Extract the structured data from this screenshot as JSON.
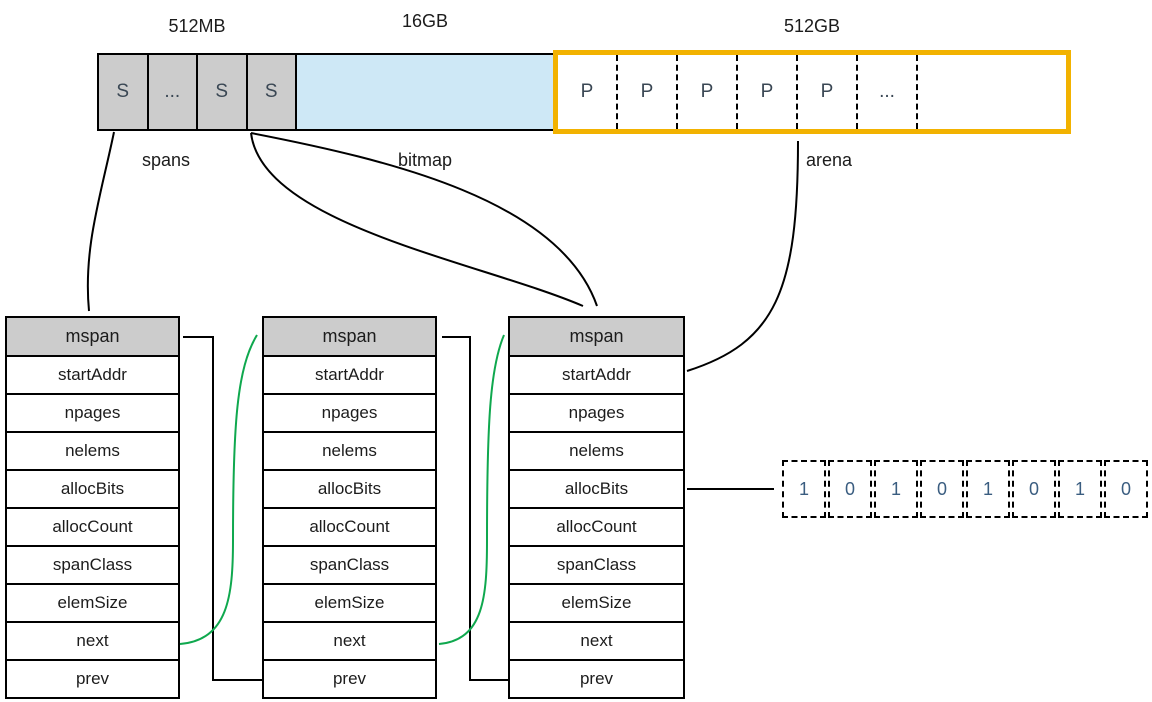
{
  "sizes": {
    "spans": "512MB",
    "bitmap": "16GB",
    "arena": "512GB"
  },
  "regions": {
    "spans": {
      "label": "spans",
      "cells": [
        "S",
        "...",
        "S",
        "S"
      ]
    },
    "bitmap": {
      "label": "bitmap"
    },
    "arena": {
      "label": "arena",
      "cells": [
        "P",
        "P",
        "P",
        "P",
        "P",
        "..."
      ]
    }
  },
  "mspan_tables": [
    {
      "header": "mspan",
      "fields": [
        "startAddr",
        "npages",
        "nelems",
        "allocBits",
        "allocCount",
        "spanClass",
        "elemSize",
        "next",
        "prev"
      ]
    },
    {
      "header": "mspan",
      "fields": [
        "startAddr",
        "npages",
        "nelems",
        "allocBits",
        "allocCount",
        "spanClass",
        "elemSize",
        "next",
        "prev"
      ]
    },
    {
      "header": "mspan",
      "fields": [
        "startAddr",
        "npages",
        "nelems",
        "allocBits",
        "allocCount",
        "spanClass",
        "elemSize",
        "next",
        "prev"
      ]
    }
  ],
  "alloc_bits": [
    "1",
    "0",
    "1",
    "0",
    "1",
    "0",
    "1",
    "0"
  ],
  "icons": {
    "arrow_black": "black-arrowhead",
    "arrow_green": "green-arrowhead"
  },
  "colors": {
    "gray-fill": "#cccccc",
    "bitmap-fill": "#cee8f6",
    "arena-border": "#f2b200",
    "pointer-green": "#0fa84e",
    "letter-color": "#3a4754",
    "digit-color": "#3a5d80",
    "line-color": "#000000",
    "text-color": "#1c1c1c"
  }
}
